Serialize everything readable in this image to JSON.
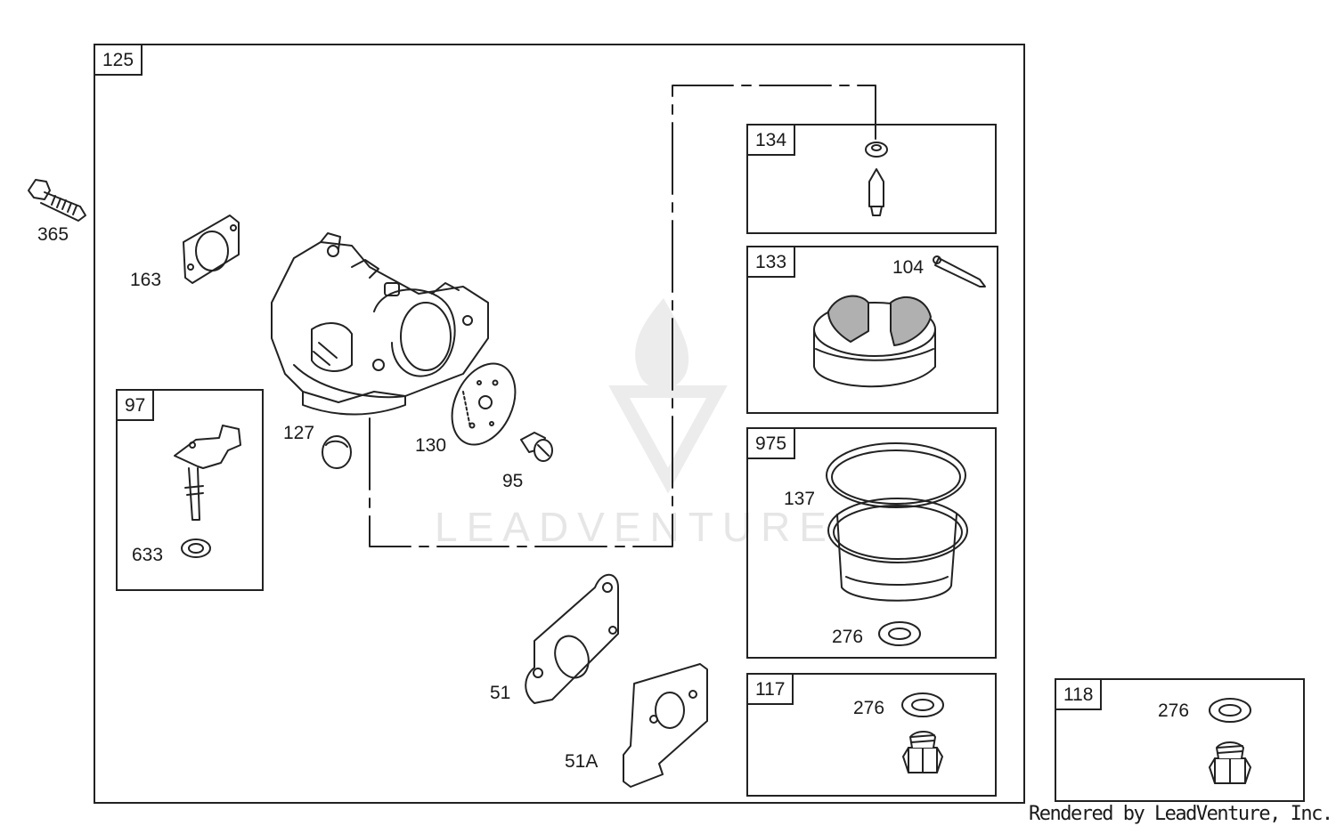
{
  "diagram": {
    "credit": "Rendered by LeadVenture, Inc.",
    "watermark": "LEADVENTURE",
    "assembly_boxes": [
      {
        "id": "125"
      },
      {
        "id": "97"
      },
      {
        "id": "134"
      },
      {
        "id": "133"
      },
      {
        "id": "975"
      },
      {
        "id": "117"
      },
      {
        "id": "118"
      }
    ],
    "part_labels": {
      "p365": "365",
      "p163": "163",
      "p127": "127",
      "p130": "130",
      "p95": "95",
      "p633": "633",
      "p104": "104",
      "p137": "137",
      "p276a": "276",
      "p276b": "276",
      "p276c": "276",
      "p51": "51",
      "p51a": "51A"
    },
    "colors": {
      "line": "#222222",
      "shade": "#b0b0b0",
      "watermark": "#e6e6e6"
    }
  }
}
